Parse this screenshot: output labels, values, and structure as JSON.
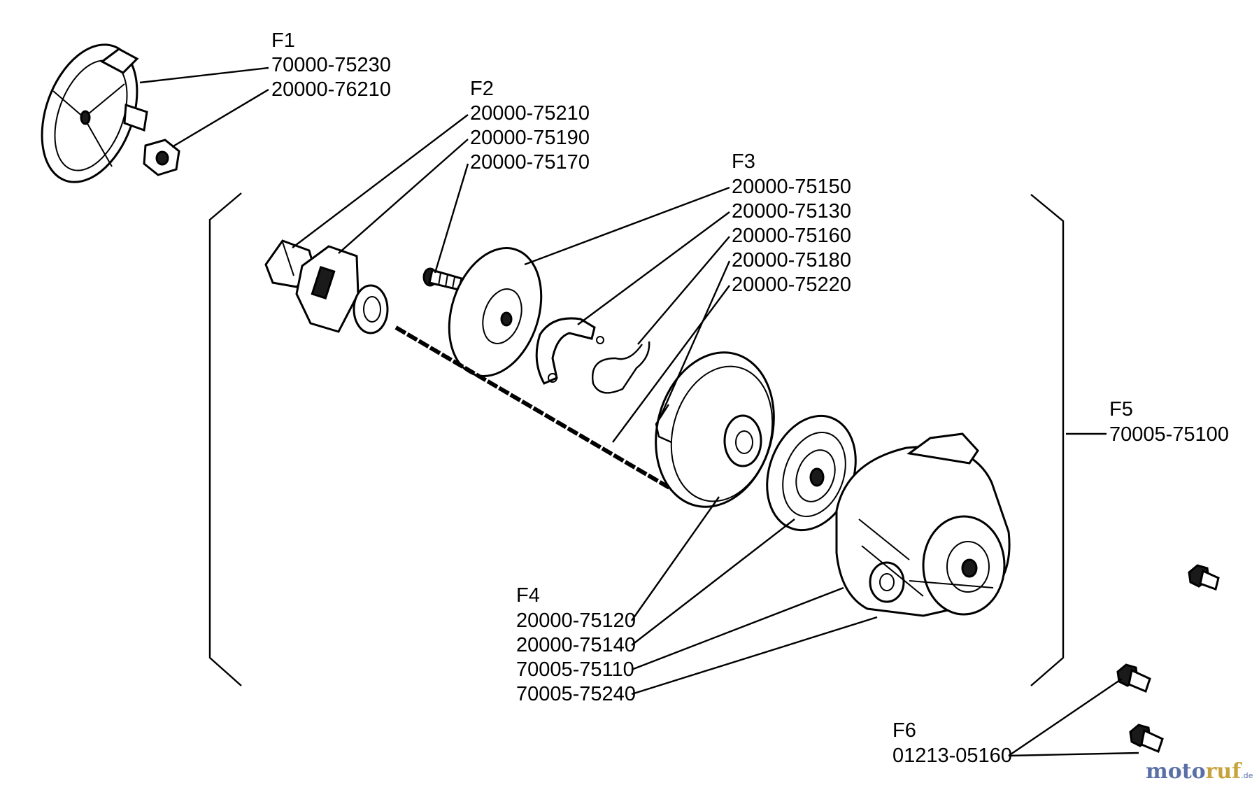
{
  "groups": {
    "f1": {
      "label": "F1",
      "parts": [
        "70000-75230",
        "20000-76210"
      ]
    },
    "f2": {
      "label": "F2",
      "parts": [
        "20000-75210",
        "20000-75190",
        "20000-75170"
      ]
    },
    "f3": {
      "label": "F3",
      "parts": [
        "20000-75150",
        "20000-75130",
        "20000-75160",
        "20000-75180",
        "20000-75220"
      ]
    },
    "f4": {
      "label": "F4",
      "parts": [
        "20000-75120",
        "20000-75140",
        "70005-75110",
        "70005-75240"
      ]
    },
    "f5": {
      "label": "F5",
      "parts": [
        "70005-75100"
      ]
    },
    "f6": {
      "label": "F6",
      "parts": [
        "01213-05160"
      ]
    }
  },
  "watermark": {
    "part1": "moto",
    "part2": "ruf",
    "suffix": ".de"
  }
}
